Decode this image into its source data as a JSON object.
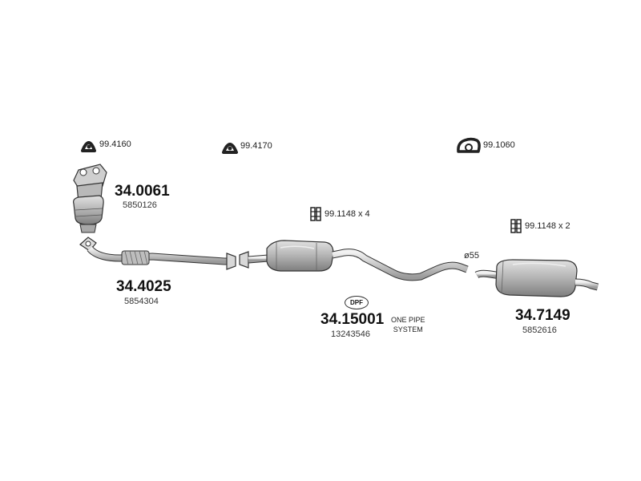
{
  "accessories": [
    {
      "id": "acc-1",
      "icon": "gasket-triangle-icon",
      "code": "99.4160"
    },
    {
      "id": "acc-2",
      "icon": "gasket-triangle-icon",
      "code": "99.4170"
    },
    {
      "id": "acc-3",
      "icon": "clamp-ring-icon",
      "code": "99.1060"
    },
    {
      "id": "acc-4",
      "icon": "clamp-bolts-icon",
      "code": "99.1148 x 4"
    },
    {
      "id": "acc-5",
      "icon": "clamp-bolts-icon",
      "code": "99.1148 x 2"
    }
  ],
  "parts": [
    {
      "id": "catalyst",
      "number": "34.0061",
      "oem": "5850126"
    },
    {
      "id": "front-pipe",
      "number": "34.4025",
      "oem": "5854304"
    },
    {
      "id": "dpf-pipe",
      "number": "34.15001",
      "oem": "13243546"
    },
    {
      "id": "rear-silencer",
      "number": "34.7149",
      "oem": "5852616"
    }
  ],
  "dpf_badge": "DPF",
  "system_note": {
    "line1": "ONE PIPE",
    "line2": "SYSTEM"
  },
  "diameter_label": "ø55",
  "colors": {
    "outline": "#333333",
    "fill_light": "#d9d9d9",
    "fill_mid": "#b3b3b3",
    "fill_dark": "#8a8a8a"
  }
}
